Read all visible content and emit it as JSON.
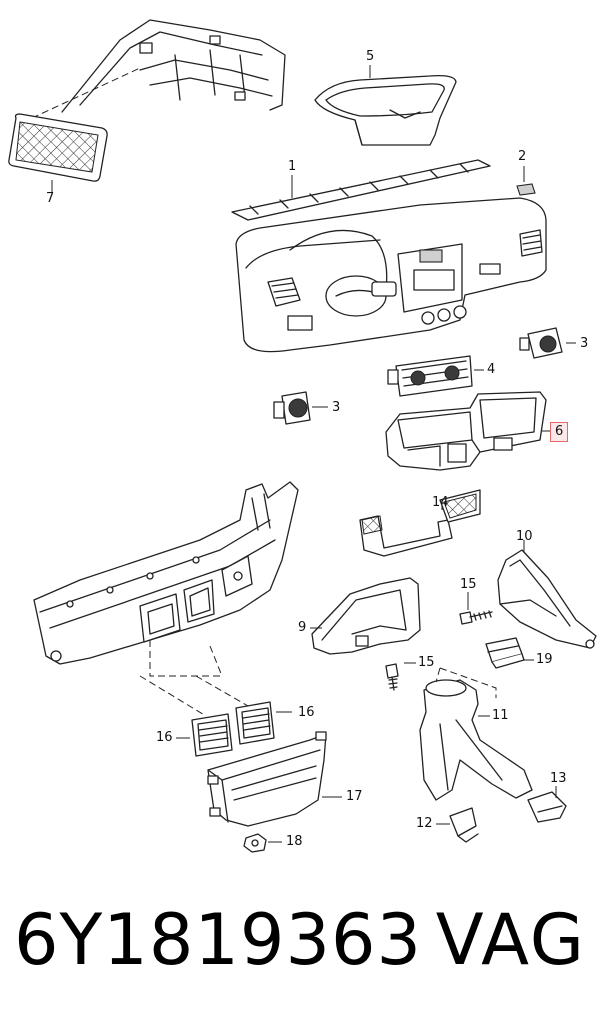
{
  "callouts": {
    "c1": "1",
    "c2": "2",
    "c3a": "3",
    "c3b": "3",
    "c4": "4",
    "c5": "5",
    "c6": "6",
    "c7": "7",
    "c9": "9",
    "c10": "10",
    "c11": "11",
    "c12": "12",
    "c13": "13",
    "c14": "14",
    "c15a": "15",
    "c15b": "15",
    "c16a": "16",
    "c16b": "16",
    "c17": "17",
    "c18": "18",
    "c19": "19"
  },
  "highlight_color": "#e46a6a",
  "footer": {
    "part_number": "6Y1819363",
    "brand": "VAG"
  }
}
